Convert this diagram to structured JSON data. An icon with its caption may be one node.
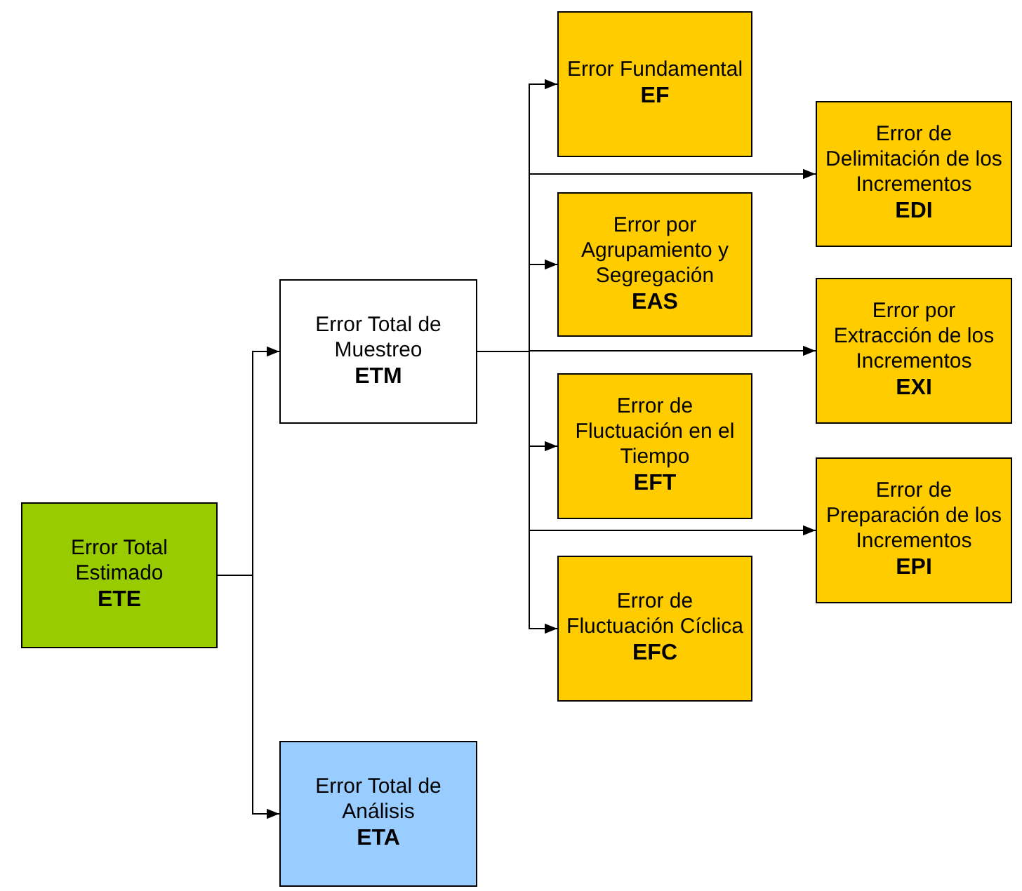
{
  "diagram": {
    "nodes": [
      {
        "text": [
          "Error Total Estimado",
          "ETE"
        ]
      },
      {
        "text": [
          "Error Total de Muestreo",
          "ETM"
        ]
      },
      {
        "text": [
          "Error Total de Análisis",
          "ETA"
        ]
      },
      {
        "text": [
          "Error Fundamental",
          "EF"
        ]
      },
      {
        "text": [
          "Error por Agrupamiento y Segregación",
          "EAS"
        ]
      },
      {
        "text": [
          "Error de Fluctuación en el Tiempo",
          "EFT"
        ]
      },
      {
        "text": [
          "Error de Fluctuación Cíclica",
          "EFC"
        ]
      },
      {
        "text": [
          "Error de Delimitación de los Incrementos",
          "EDI"
        ]
      },
      {
        "text": [
          "Error por Extracción de los Incrementos",
          "EXI"
        ]
      },
      {
        "text": [
          "Error de Preparación de los Incrementos",
          "EPI"
        ]
      }
    ],
    "edges": [
      {
        "from": 0,
        "to": 1,
        "arrow": "to"
      },
      {
        "from": 0,
        "to": 2,
        "arrow": "to"
      },
      {
        "from": 1,
        "to": 3,
        "arrow": "to"
      },
      {
        "from": 1,
        "to": 4,
        "arrow": "to"
      },
      {
        "from": 1,
        "to": 5,
        "arrow": "to"
      },
      {
        "from": 1,
        "to": 6,
        "arrow": "to"
      },
      {
        "from": 1,
        "to": 7,
        "arrow": "to"
      },
      {
        "from": 1,
        "to": 8,
        "arrow": "to"
      },
      {
        "from": 1,
        "to": 9,
        "arrow": "to"
      }
    ]
  }
}
